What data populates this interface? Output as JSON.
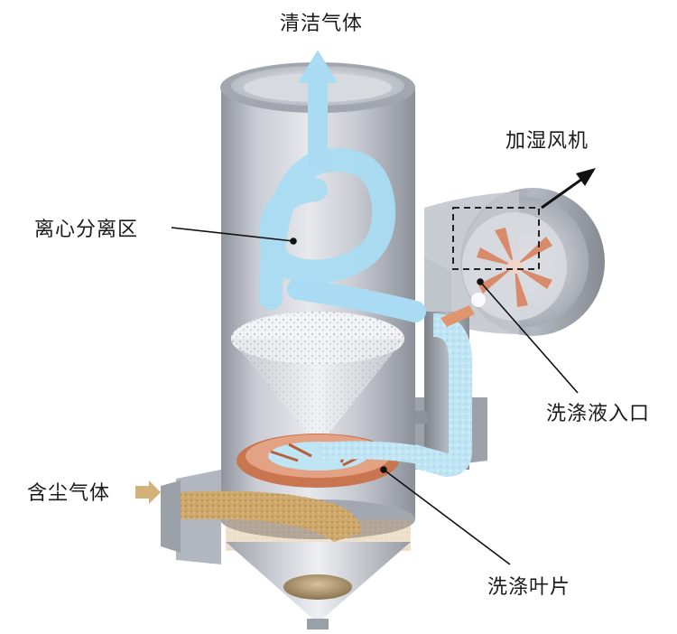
{
  "labels": {
    "clean_gas": "清洁气体",
    "humidifier_fan": "加湿风机",
    "centrifugal_zone": "离心分离区",
    "wash_liquid_inlet": "洗涤液入口",
    "dusty_gas": "含尘气体",
    "wash_blades": "洗涤叶片"
  },
  "colors": {
    "airflow": "#a9dcf2",
    "dust": "#c9a56a",
    "blades": "#d98a6a",
    "shell": "#b9bcc4"
  }
}
